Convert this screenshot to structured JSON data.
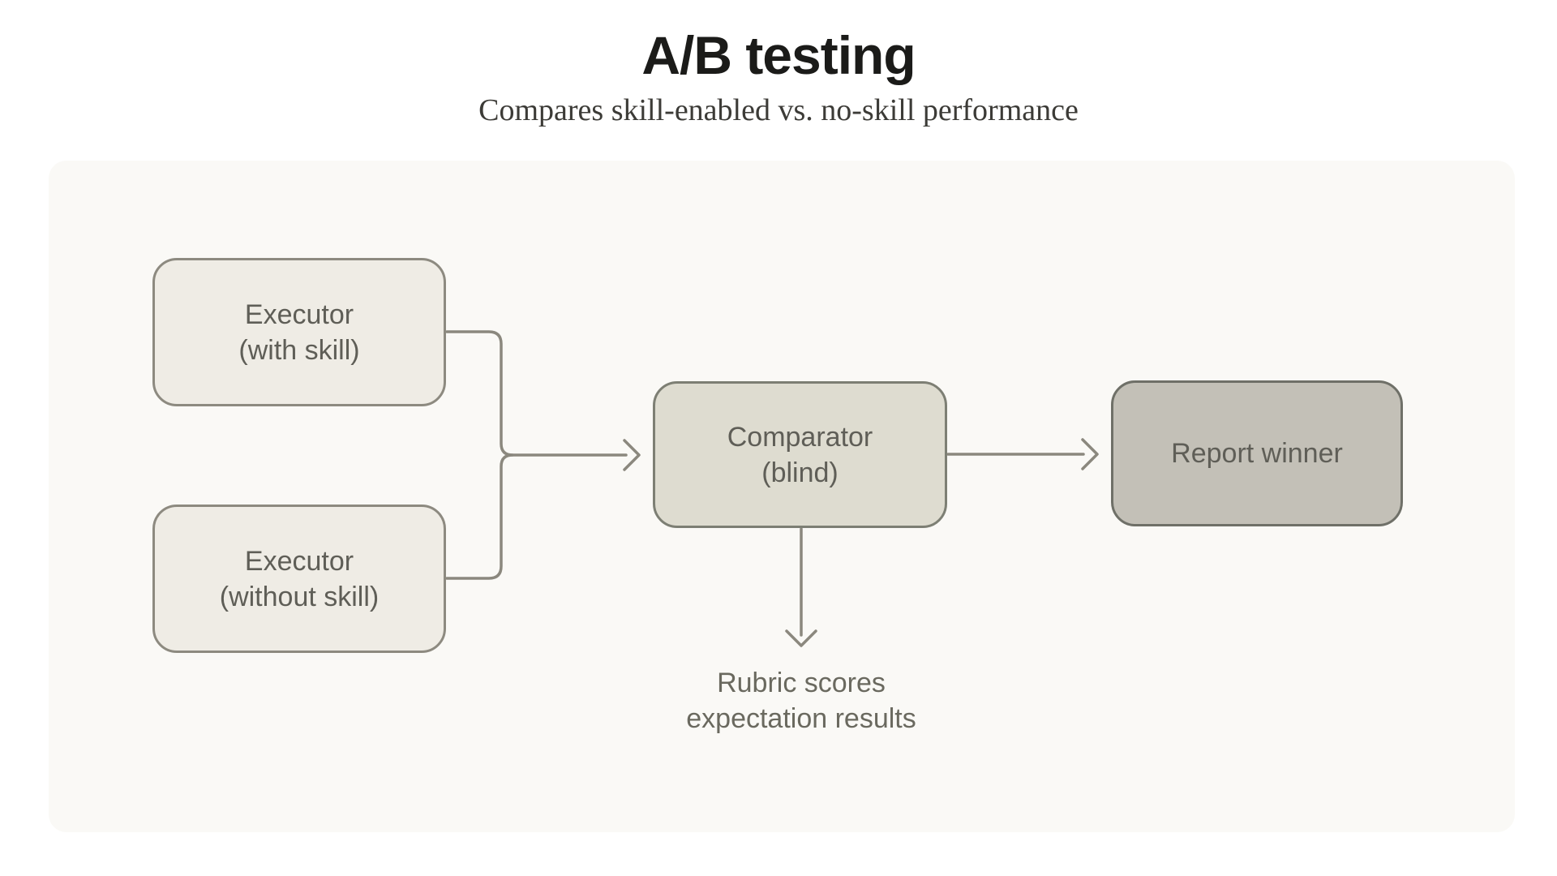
{
  "header": {
    "title": "A/B testing",
    "subtitle": "Compares skill-enabled vs. no-skill performance"
  },
  "diagram": {
    "nodes": [
      {
        "id": "executor-with-skill",
        "lines": [
          "Executor",
          "(with skill)"
        ]
      },
      {
        "id": "executor-without-skill",
        "lines": [
          "Executor",
          "(without skill)"
        ]
      },
      {
        "id": "comparator",
        "lines": [
          "Comparator",
          "(blind)"
        ]
      },
      {
        "id": "report-winner",
        "lines": [
          "Report winner"
        ]
      }
    ],
    "annotation": {
      "lines": [
        "Rubric scores",
        "expectation results"
      ]
    },
    "connectors": [
      "executors-merge-to-comparator",
      "comparator-to-report-winner",
      "comparator-down-to-rubric-scores"
    ]
  },
  "colors": {
    "page_bg": "#ffffff",
    "panel_bg": "#faf9f6",
    "node_light_fill": "#efece5",
    "node_light_border": "#8d8a80",
    "node_mid_fill": "#dedcd0",
    "node_mid_border": "#7d7f74",
    "node_dark_fill": "#c3c0b7",
    "node_dark_border": "#6f7068",
    "connector": "#8b887e",
    "title_color": "#1b1b19",
    "subtitle_color": "#3c3b37",
    "node_text": "#5f5e57",
    "annotation_text": "#6a695f"
  }
}
